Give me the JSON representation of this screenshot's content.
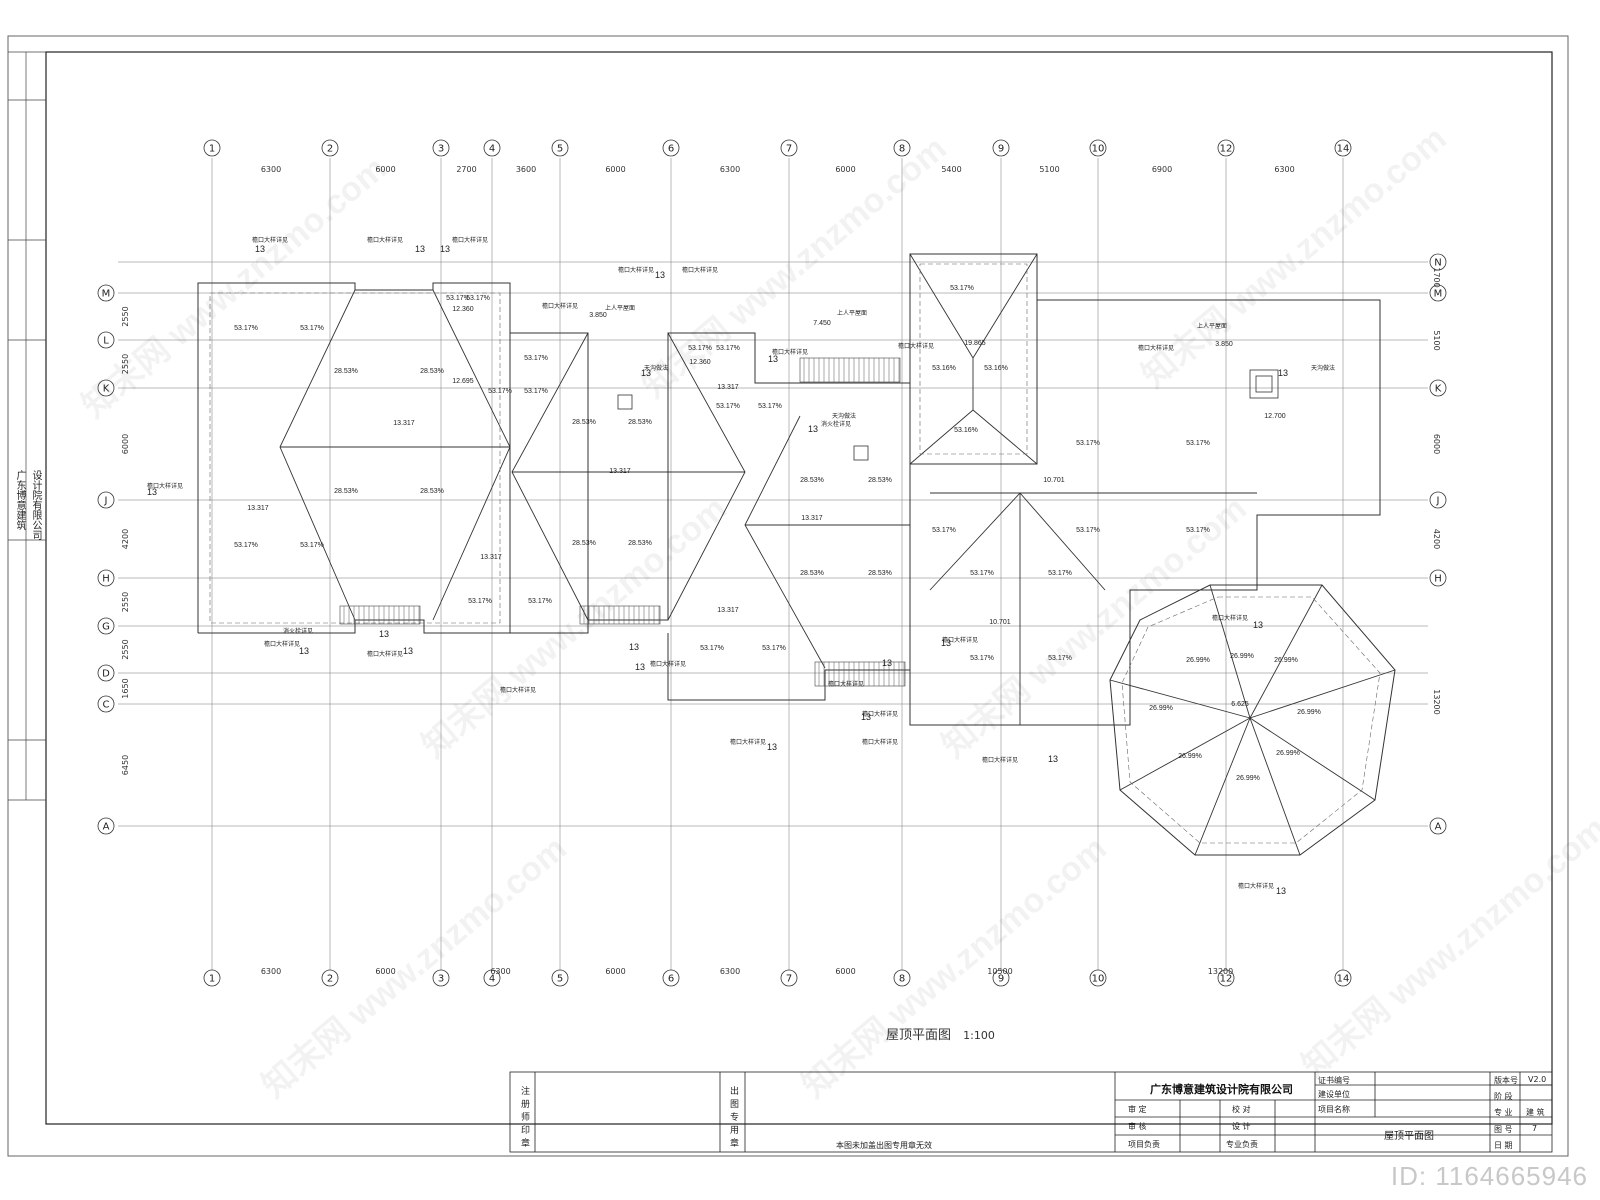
{
  "sidebar": {
    "company_line1": "广东博意建筑",
    "company_line2": "设计院有限公司"
  },
  "drawing": {
    "title": "屋顶平面图",
    "scale": "1:100",
    "grid_columns": [
      "1",
      "2",
      "3",
      "4",
      "5",
      "6",
      "7",
      "8",
      "9",
      "10",
      "12",
      "14"
    ],
    "grid_rows": [
      "N",
      "M",
      "L",
      "K",
      "J",
      "H",
      "G",
      "D",
      "C",
      "A"
    ],
    "top_dims": [
      "6300",
      "6000",
      "2700",
      "3600",
      "6000",
      "6300",
      "6000",
      "5400",
      "5100",
      "6900",
      "6300"
    ],
    "bottom_dims": [
      "6300",
      "6000",
      "6300",
      "6000",
      "6300",
      "6000",
      "10500",
      "13200"
    ],
    "left_dims": [
      "2550",
      "2550",
      "6000",
      "4200",
      "2550",
      "2550",
      "1650",
      "6450"
    ],
    "right_dims": [
      "1700",
      "5100",
      "6000",
      "4200",
      "13200"
    ],
    "slopes": [
      "53.17%",
      "28.53%",
      "26.99%",
      "53.16%"
    ],
    "elevations": [
      "13.317",
      "12.360",
      "12.695",
      "3.850",
      "7.450",
      "19.865",
      "12.700",
      "10.701",
      "6.625"
    ],
    "notes": {
      "eave_detail": "檐口大样详见",
      "rooftop_1": "上人平屋面",
      "fire_stair": "消火栓详见",
      "rain_gutter": "天沟做法",
      "detail_ref": "13"
    }
  },
  "title_block": {
    "register_label": "注册师印章",
    "issue_label": "出图专用章",
    "stamp_note": "本图未加盖出图专用章无效",
    "company": "广东博意建筑设计院有限公司",
    "cert_no": "证书编号",
    "client": "建设单位",
    "project": "项目名称",
    "approve": "审  定",
    "check": "校  对",
    "review": "审  核",
    "design": "设  计",
    "lead": "项目负责",
    "discipline_lead": "专业负责",
    "drawing_name": "屋顶平面图",
    "version_label": "版本号",
    "version": "V2.0",
    "stage_label": "阶  段",
    "major_label": "专  业",
    "major": "建  筑",
    "sheet_label": "图  号",
    "sheet": "7",
    "date_label": "日  期"
  },
  "watermark": {
    "text": "知末网 www.znzmo.com",
    "id": "ID: 1164665946"
  }
}
